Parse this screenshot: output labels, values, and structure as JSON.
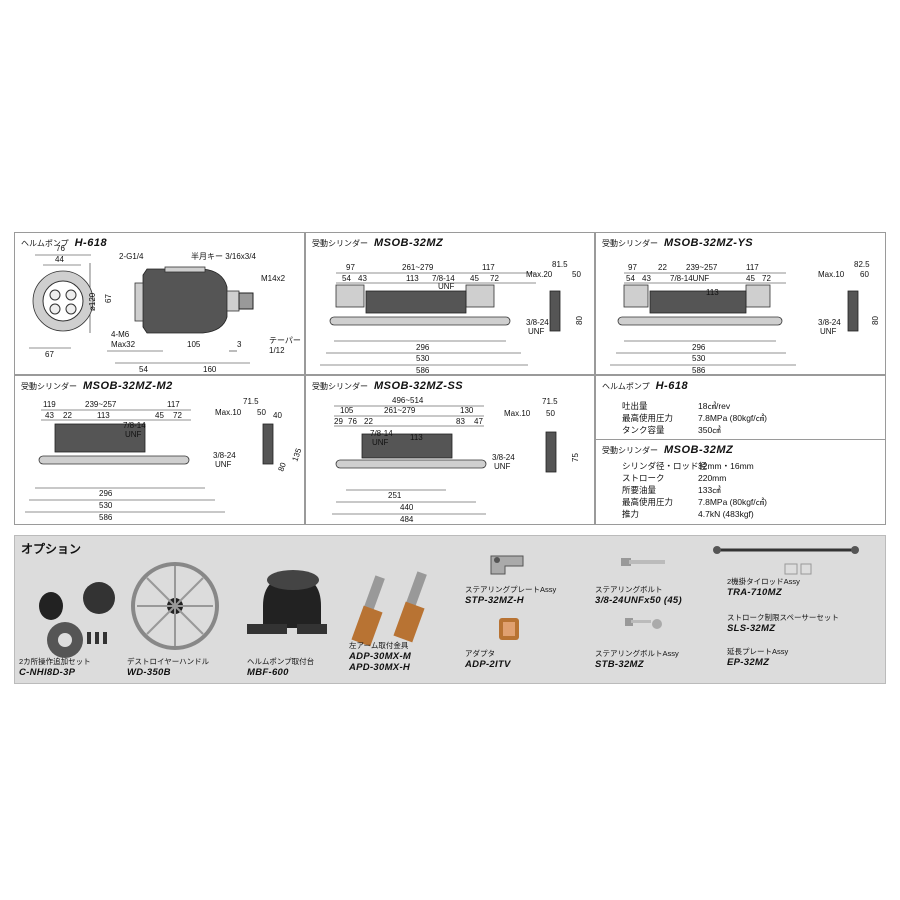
{
  "h618": {
    "title_prefix": "ヘルムポンプ",
    "title_model": "H-618",
    "dims": [
      "76",
      "44",
      "2-G1/4",
      "半月キー 3/16x3/4",
      "M14x2",
      "ø120",
      "67",
      "4-M6",
      "Max32",
      "67",
      "105",
      "3",
      "テーパー",
      "1/12",
      "54",
      "160"
    ]
  },
  "msob32mz": {
    "title_prefix": "受動シリンダー",
    "title_model": "MSOB-32MZ",
    "dims": [
      "97",
      "261~279",
      "117",
      "54",
      "43",
      "113",
      "7/8-14",
      "UNF",
      "45",
      "72",
      "296",
      "530",
      "586",
      "81.5",
      "Max.20",
      "50",
      "3/8-24",
      "UNF",
      "80"
    ]
  },
  "msob32mzys": {
    "title_prefix": "受動シリンダー",
    "title_model": "MSOB-32MZ-YS",
    "dims": [
      "97",
      "22",
      "239~257",
      "117",
      "54",
      "43",
      "7/8-14UNF",
      "45",
      "72",
      "113",
      "296",
      "530",
      "586",
      "82.5",
      "Max.10",
      "60",
      "3/8-24",
      "UNF",
      "80"
    ]
  },
  "msob32mzm2": {
    "title_prefix": "受動シリンダー",
    "title_model": "MSOB-32MZ-M2",
    "dims": [
      "119",
      "239~257",
      "117",
      "43",
      "22",
      "113",
      "45",
      "72",
      "7/8-14",
      "UNF",
      "296",
      "530",
      "586",
      "71.5",
      "Max.10",
      "50",
      "40",
      "3/8-24",
      "UNF",
      "80",
      "135"
    ]
  },
  "msob32mzss": {
    "title_prefix": "受動シリンダー",
    "title_model": "MSOB-32MZ-SS",
    "dims": [
      "496~514",
      "105",
      "261~279",
      "130",
      "29",
      "76",
      "22",
      "83",
      "47",
      "7/8-14",
      "UNF",
      "113",
      "251",
      "440",
      "484",
      "71.5",
      "Max.10",
      "50",
      "3/8-24",
      "UNF",
      "75"
    ]
  },
  "spec_h618": {
    "title_prefix": "ヘルムポンプ",
    "title_model": "H-618",
    "rows": [
      {
        "k": "吐出量",
        "v": "18㎤/rev"
      },
      {
        "k": "最高使用圧力",
        "v": "7.8MPa (80kgf/㎠)"
      },
      {
        "k": "タンク容量",
        "v": "350㎤"
      }
    ]
  },
  "spec_msob": {
    "title_prefix": "受動シリンダー",
    "title_model": "MSOB-32MZ",
    "rows": [
      {
        "k": "シリンダ径・ロッド径",
        "v": "32mm・16mm"
      },
      {
        "k": "ストローク",
        "v": "220mm"
      },
      {
        "k": "所要油量",
        "v": "133㎤"
      },
      {
        "k": "最高使用圧力",
        "v": "7.8MPa (80kgf/㎠)"
      },
      {
        "k": "推力",
        "v": "4.7kN (483kgf)"
      }
    ]
  },
  "options": {
    "heading": "オプション",
    "items": [
      {
        "cap": "2カ所操作追加セット",
        "model": "C-NHI8D-3P"
      },
      {
        "cap": "デストロイヤーハンドル",
        "model": "WD-350B"
      },
      {
        "cap": "ヘルムポンプ取付台",
        "model": "MBF-600"
      },
      {
        "cap": "左アーム取付金具",
        "model": "ADP-30MX-M",
        "model2": "APD-30MX-H"
      },
      {
        "cap": "ステアリングプレートAssy",
        "model": "STP-32MZ-H"
      },
      {
        "cap": "アダプタ",
        "model": "ADP-2ITV"
      },
      {
        "cap": "ステアリングボルト",
        "model": "3/8-24UNFx50 (45)"
      },
      {
        "cap": "ステアリングボルトAssy",
        "model": "STB-32MZ"
      },
      {
        "cap": "2機掛タイロッドAssy",
        "model": "TRA-710MZ"
      },
      {
        "cap": "ストローク制限スペーサーセット",
        "model": "SLS-32MZ"
      },
      {
        "cap": "延長プレートAssy",
        "model": "EP-32MZ"
      }
    ]
  }
}
